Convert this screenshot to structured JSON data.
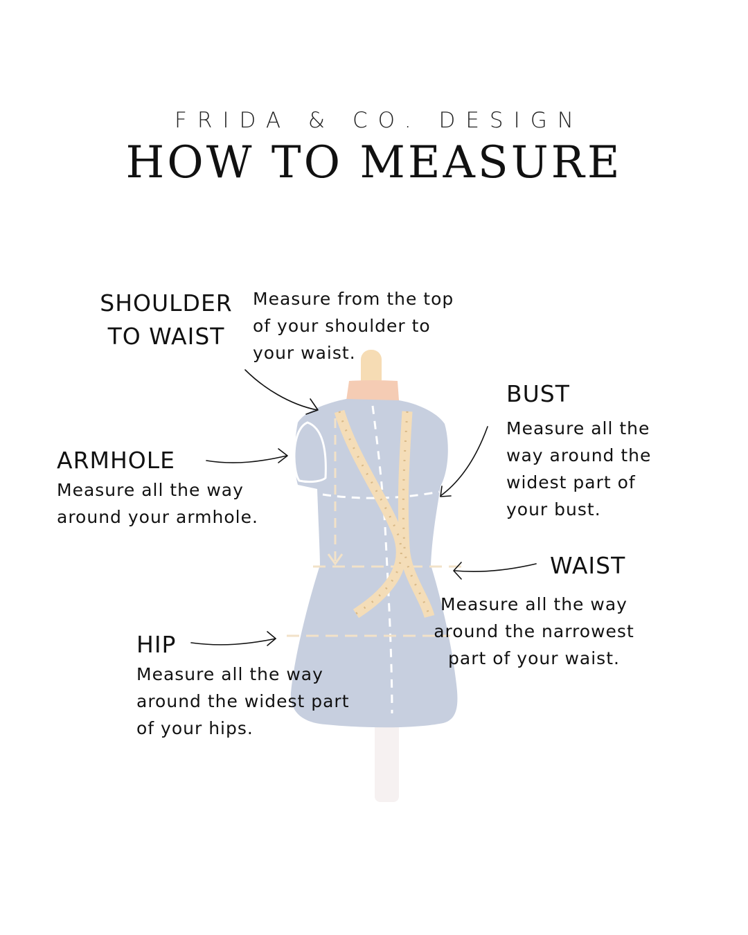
{
  "header": {
    "brand": "FRIDA & CO. DESIGN",
    "title": "HOW TO MEASURE"
  },
  "measurements": {
    "shoulder_to_waist": {
      "label_lines": [
        "SHOULDER",
        "TO WAIST"
      ],
      "desc_lines": [
        "Measure from the top",
        "of your shoulder to",
        "your waist."
      ]
    },
    "bust": {
      "label": "BUST",
      "desc_lines": [
        "Measure all the",
        "way around the",
        "widest part of",
        "your bust."
      ]
    },
    "armhole": {
      "label": "ARMHOLE",
      "desc_lines": [
        "Measure all the way",
        "around your armhole."
      ]
    },
    "waist": {
      "label": "WAIST",
      "desc_lines": [
        "Measure all the way",
        "around the narrowest",
        "part of your waist."
      ]
    },
    "hip": {
      "label": "HIP",
      "desc_lines": [
        "Measure all the way",
        "around the widest part",
        "of your hips."
      ]
    }
  },
  "colors": {
    "mannequin_body": "#c7cfdf",
    "mannequin_neck": "#f6dcb4",
    "neck_band": "#f5ccb4",
    "stand": "#f6f1f1",
    "tape": "#f4ddb8",
    "dashed_line": "#f2e2c8",
    "arrow": "#111111"
  }
}
